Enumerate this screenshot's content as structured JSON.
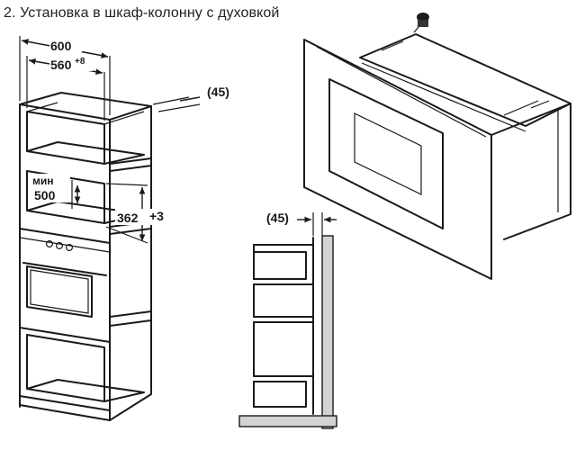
{
  "title": "2. Установка в шкаф-колонну с духовкой",
  "dims": {
    "width_outer": "600",
    "width_inner": "560",
    "width_inner_tol": "+8",
    "depth_gap": "(45)",
    "min_label": "мин",
    "min_value": "500",
    "height_value": "362",
    "height_tol": "+3",
    "side_gap": "(45)"
  },
  "icons": {
    "cabinet": "oven-column-cabinet-illustration",
    "microwave": "built-in-microwave-illustration",
    "section": "cabinet-side-section-illustration"
  }
}
